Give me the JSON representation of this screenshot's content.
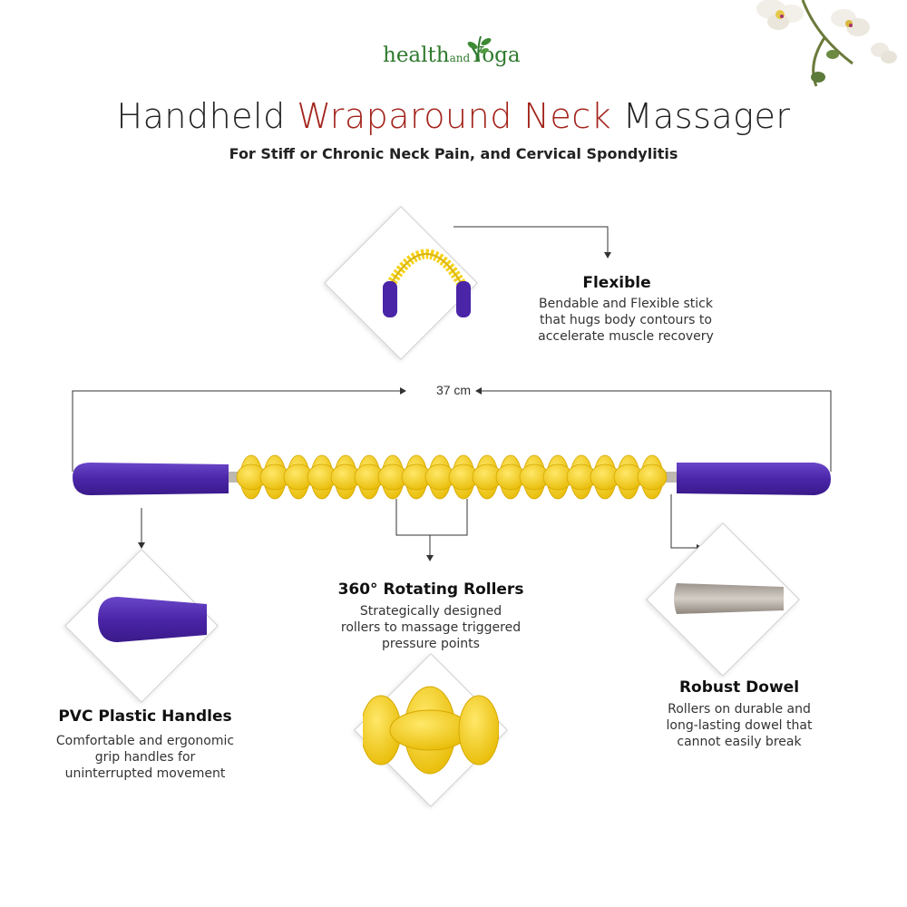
{
  "brand": {
    "part1": "health",
    "part2": "and",
    "part3": "Yoga"
  },
  "title": {
    "part1": "Handheld ",
    "part2": "Wraparound Neck",
    "part3": " Massager"
  },
  "subtitle": "For Stiff or Chronic Neck Pain, and Cervical Spondylitis",
  "dimension": "37 cm",
  "features": {
    "flexible": {
      "heading": "Flexible",
      "line1": "Bendable and Flexible stick",
      "line2": "that hugs body contours to",
      "line3": "accelerate muscle recovery"
    },
    "rollers": {
      "heading": "360° Rotating Rollers",
      "line1": "Strategically designed",
      "line2": "rollers to massage triggered",
      "line3": "pressure points"
    },
    "handles": {
      "heading": "PVC Plastic Handles",
      "line1": "Comfortable and ergonomic",
      "line2": "grip handles for",
      "line3": "uninterrupted movement"
    },
    "dowel": {
      "heading": "Robust Dowel",
      "line1": "Rollers on durable and",
      "line2": "long-lasting dowel that",
      "line3": "cannot easily break"
    }
  },
  "colors": {
    "handle": "#4a25a8",
    "roller": "#f6d21b",
    "title_accent": "#a3241c",
    "brand": "#2f7a2e"
  }
}
